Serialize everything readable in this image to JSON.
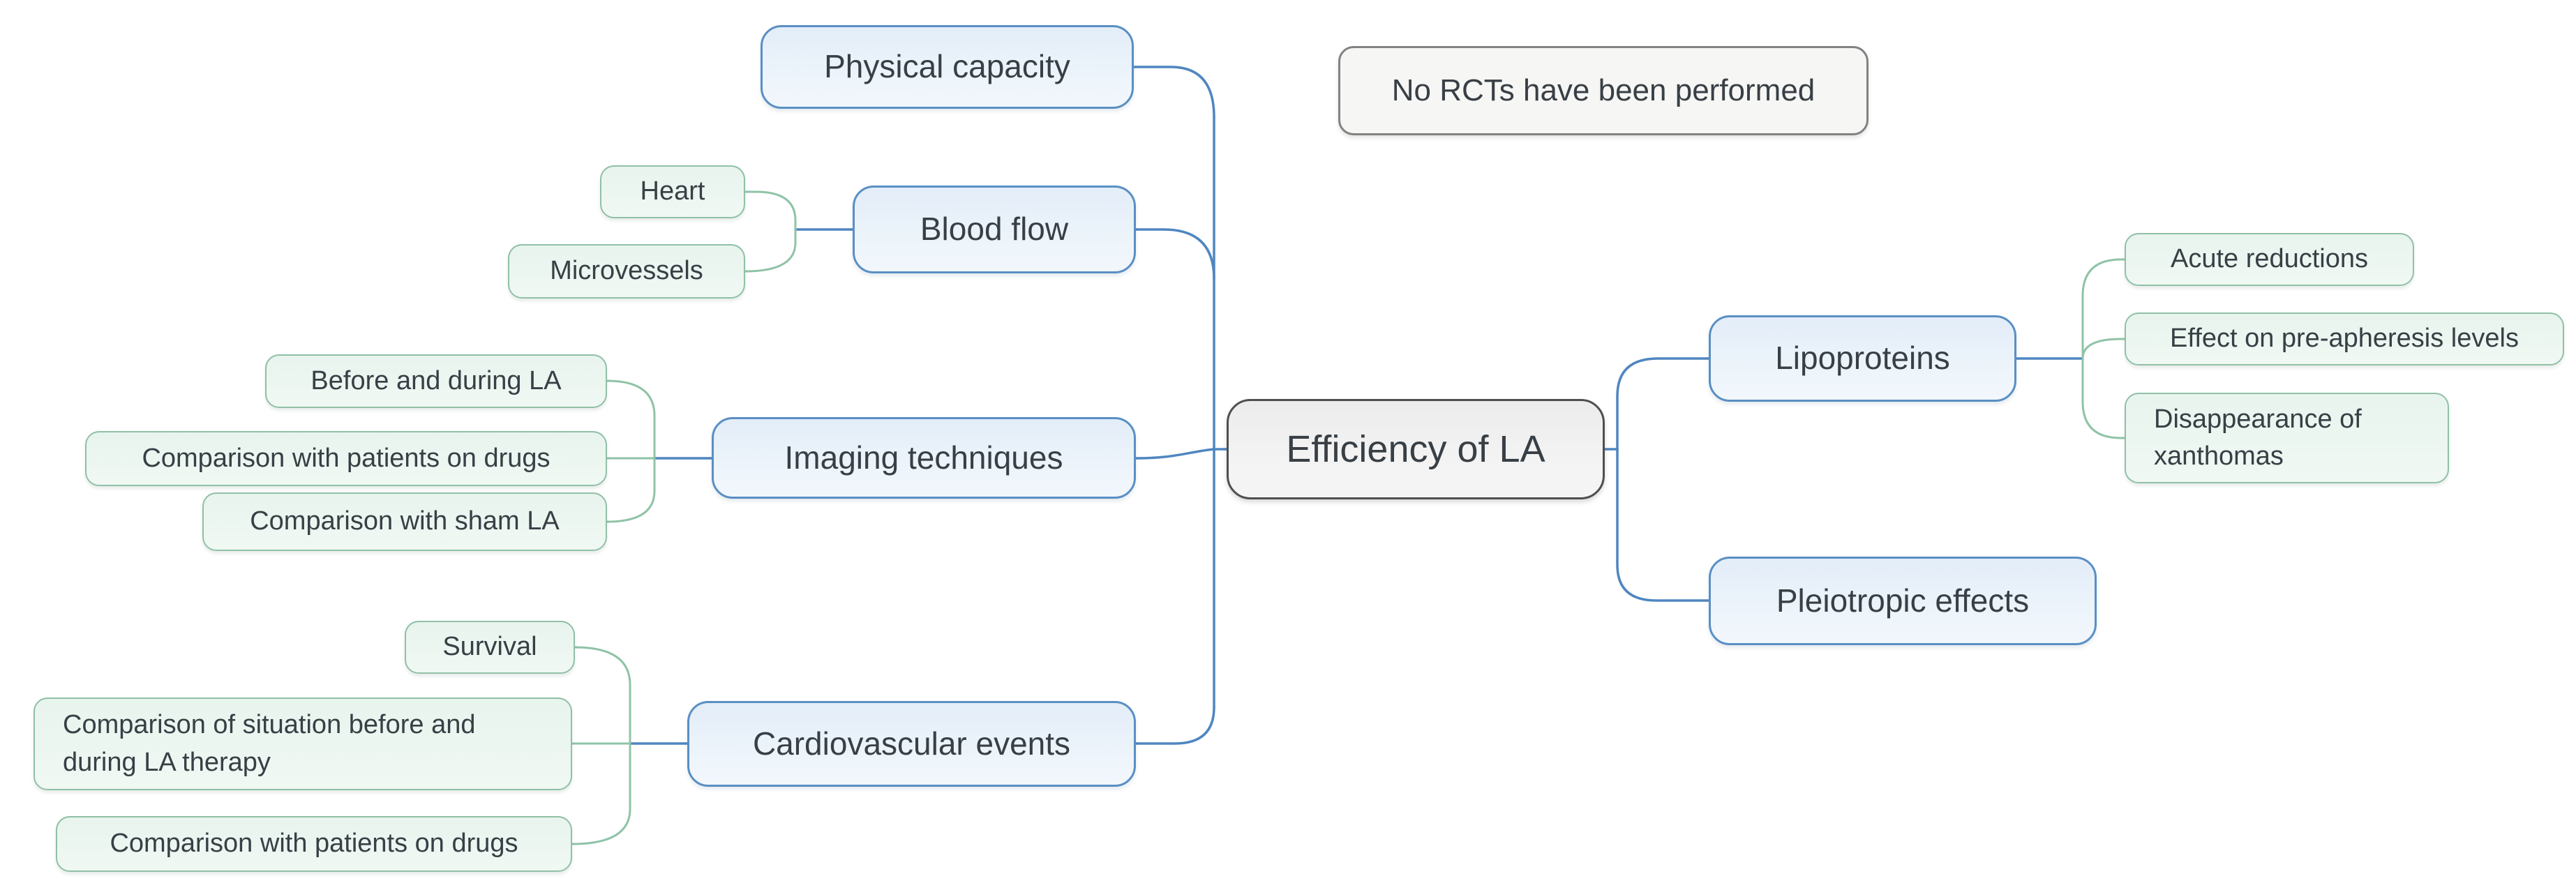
{
  "diagram": {
    "center": {
      "label": "Efficiency of LA"
    },
    "note": {
      "label": "No RCTs have been performed"
    },
    "left_branches": [
      {
        "label": "Physical capacity",
        "children": []
      },
      {
        "label": "Blood flow",
        "children": [
          {
            "label": "Heart"
          },
          {
            "label": "Microvessels"
          }
        ]
      },
      {
        "label": "Imaging techniques",
        "children": [
          {
            "label": "Before and during LA"
          },
          {
            "label": "Comparison with patients on drugs"
          },
          {
            "label": "Comparison with sham LA"
          }
        ]
      },
      {
        "label": "Cardiovascular events",
        "children": [
          {
            "label": "Survival"
          },
          {
            "label": "Comparison of situation before and during LA therapy"
          },
          {
            "label": "Comparison with patients on drugs"
          }
        ]
      }
    ],
    "right_branches": [
      {
        "label": "Lipoproteins",
        "children": [
          {
            "label": "Acute reductions"
          },
          {
            "label": "Effect on pre-apheresis levels"
          },
          {
            "label": "Disappearance of xanthomas"
          }
        ]
      },
      {
        "label": "Pleiotropic effects",
        "children": []
      }
    ],
    "colors": {
      "branch_border": "#5a8fc4",
      "branch_fill": "#eaf2fa",
      "leaf_border": "#90c0a6",
      "leaf_fill": "#ecf6f0",
      "center_border": "#4f4f4f",
      "center_fill": "#f2f2f2",
      "note_border": "#828282",
      "note_fill": "#f6f6f5",
      "line_blue": "#4f86c0",
      "line_green": "#8fc3a7",
      "text": "#383f45",
      "background": "#ffffff"
    }
  }
}
